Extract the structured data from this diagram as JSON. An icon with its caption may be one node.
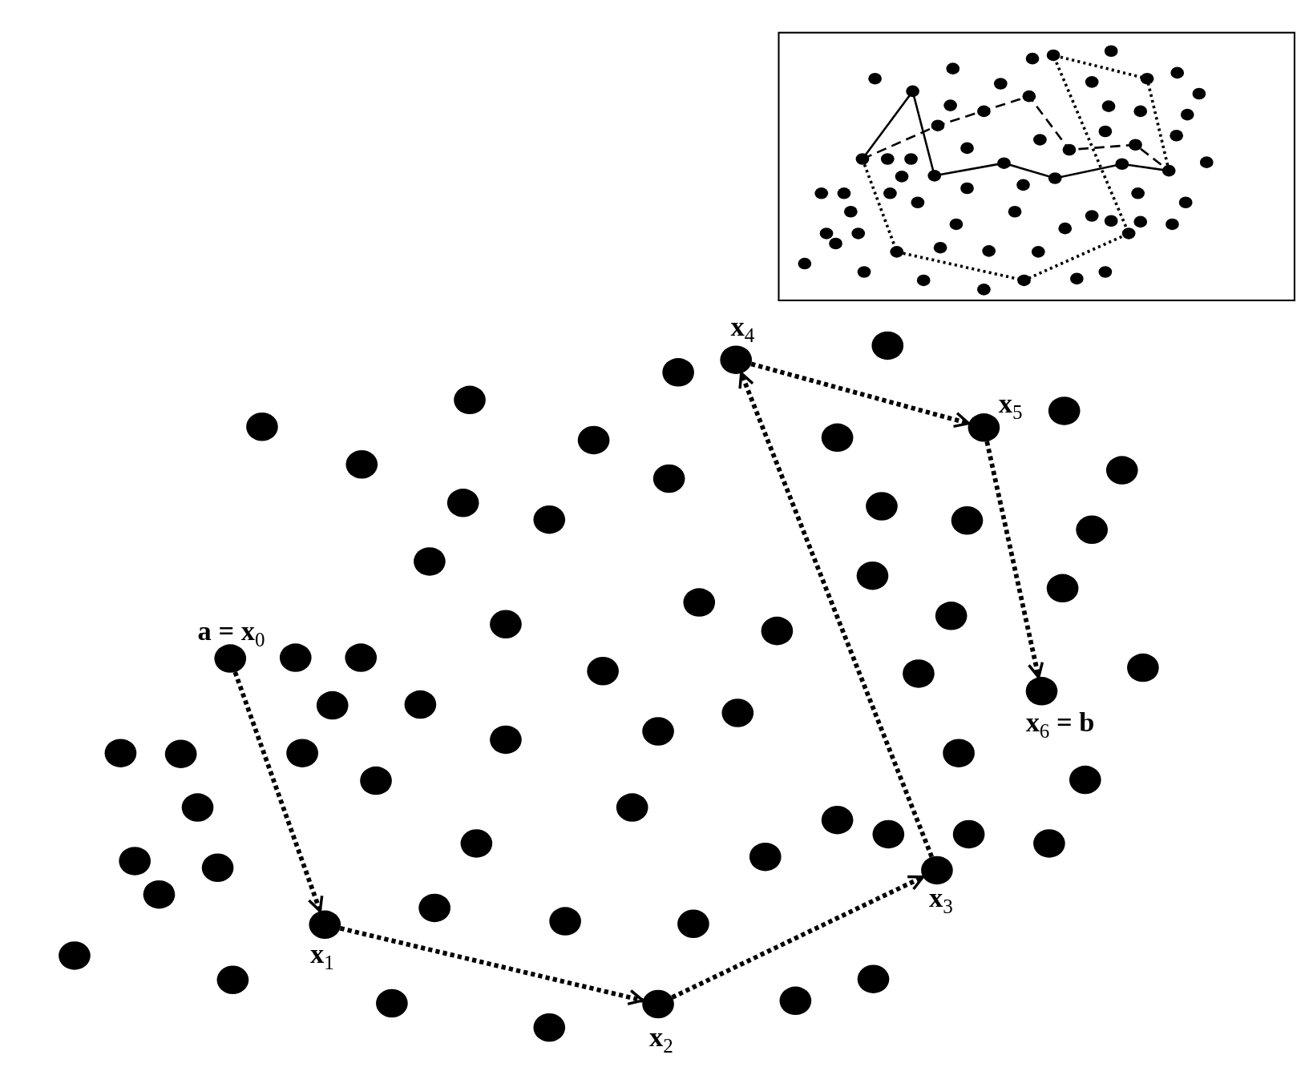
{
  "diagram": {
    "nodes": [
      {
        "text": [
          "**a = x**$_{0}$"
        ]
      },
      {
        "text": [
          "**x**$_{1}$"
        ]
      },
      {
        "text": [
          "**x**$_{2}$"
        ]
      },
      {
        "text": [
          "**x**$_{3}$"
        ]
      },
      {
        "text": [
          "**x**$_{4}$"
        ]
      },
      {
        "text": [
          "**x**$_{5}$"
        ]
      },
      {
        "text": [
          "**x**$_{6}$ **= b**"
        ]
      },
      {
        "text": [],
        "shape": "circle"
      },
      {
        "text": [],
        "shape": "circle"
      },
      {
        "text": [],
        "shape": "circle"
      },
      {
        "text": [],
        "shape": "circle"
      },
      {
        "text": [],
        "shape": "circle"
      },
      {
        "text": [],
        "shape": "circle"
      },
      {
        "text": [],
        "shape": "circle"
      },
      {
        "text": [],
        "shape": "circle"
      },
      {
        "text": [],
        "shape": "circle"
      },
      {
        "text": [],
        "shape": "circle"
      },
      {
        "text": [],
        "shape": "circle"
      },
      {
        "text": [],
        "shape": "circle"
      },
      {
        "text": [],
        "shape": "circle"
      },
      {
        "text": [],
        "shape": "circle"
      },
      {
        "text": [],
        "shape": "circle"
      },
      {
        "text": [],
        "shape": "circle"
      },
      {
        "text": [],
        "shape": "circle"
      },
      {
        "text": [],
        "shape": "circle"
      },
      {
        "text": [],
        "shape": "circle"
      },
      {
        "text": [],
        "shape": "circle"
      },
      {
        "text": [],
        "shape": "circle"
      },
      {
        "text": [],
        "shape": "circle"
      },
      {
        "text": [],
        "shape": "circle"
      },
      {
        "text": [],
        "shape": "circle"
      },
      {
        "text": [],
        "shape": "circle"
      },
      {
        "text": [],
        "shape": "circle"
      },
      {
        "text": [],
        "shape": "circle"
      },
      {
        "text": [],
        "shape": "circle"
      },
      {
        "text": [],
        "shape": "circle"
      },
      {
        "text": [],
        "shape": "circle"
      },
      {
        "text": [],
        "shape": "circle"
      },
      {
        "text": [],
        "shape": "circle"
      },
      {
        "text": [],
        "shape": "circle"
      },
      {
        "text": [],
        "shape": "circle"
      },
      {
        "text": [],
        "shape": "circle"
      },
      {
        "text": [],
        "shape": "circle"
      },
      {
        "text": [],
        "shape": "circle"
      },
      {
        "text": [],
        "shape": "circle"
      },
      {
        "text": [],
        "shape": "circle"
      },
      {
        "text": [],
        "shape": "circle"
      },
      {
        "text": [],
        "shape": "circle"
      },
      {
        "text": [],
        "shape": "circle"
      },
      {
        "text": [],
        "shape": "circle"
      },
      {
        "text": [],
        "shape": "circle"
      },
      {
        "text": [],
        "shape": "circle"
      },
      {
        "text": [],
        "shape": "circle"
      },
      {
        "text": [],
        "shape": "circle"
      },
      {
        "text": [],
        "shape": "circle"
      },
      {
        "text": [],
        "shape": "circle"
      },
      {
        "text": [],
        "shape": "circle"
      },
      {
        "text": [],
        "shape": "circle"
      },
      {
        "text": [],
        "shape": "circle"
      },
      {
        "text": [],
        "shape": "circle"
      },
      {
        "text": [],
        "shape": "circle"
      },
      {
        "text": [],
        "shape": "circle"
      },
      {
        "text": [],
        "shape": "circle"
      },
      {
        "text": [],
        "shape": "circle"
      },
      {
        "text": [],
        "shape": "circle"
      }
    ],
    "edges": [
      {
        "from": 0,
        "to": 1,
        "arrow": "to"
      },
      {
        "from": 1,
        "to": 2,
        "arrow": "to"
      },
      {
        "from": 2,
        "to": 3,
        "arrow": "to"
      },
      {
        "from": 3,
        "to": 4,
        "arrow": "to"
      },
      {
        "from": 4,
        "to": 5,
        "arrow": "to"
      },
      {
        "from": 5,
        "to": 6,
        "arrow": "to"
      }
    ]
  }
}
